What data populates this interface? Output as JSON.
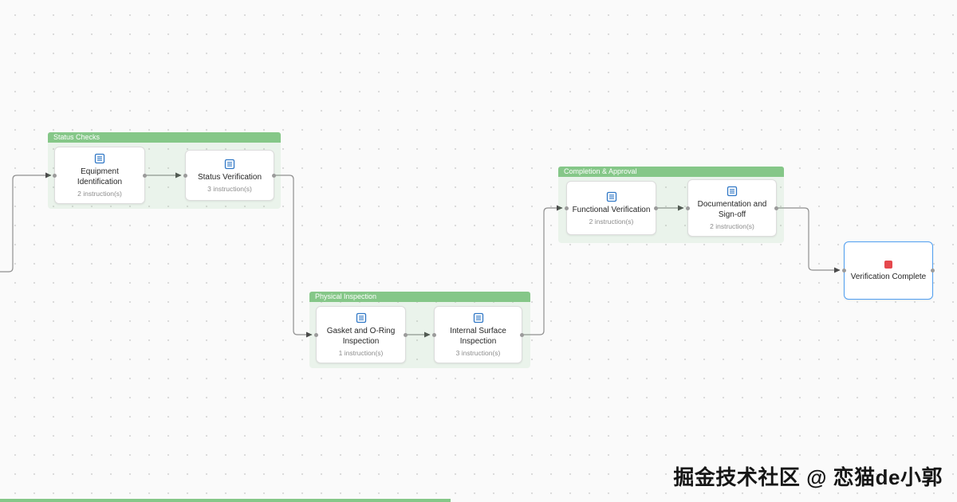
{
  "canvas": {
    "background_color": "#fafafa",
    "dot_color": "#d9d9d9"
  },
  "colors": {
    "group_header_green": "#85c788",
    "group_body_green": "rgba(134,199,138,0.13)",
    "node_border": "#dcdcdc",
    "edge_gray": "#8f8f8f",
    "arrow_dark": "#4a4a4a",
    "checklist_icon_blue": "#3178c6",
    "end_icon_red": "#e5484d",
    "end_node_border_blue": "#4f9ef0"
  },
  "groups": [
    {
      "id": "status-checks",
      "label": "Status Checks",
      "nodes": [
        {
          "id": "equipment-identification",
          "icon": "checklist-icon",
          "title": "Equipment Identification",
          "subtitle": "2 instruction(s)"
        },
        {
          "id": "status-verification",
          "icon": "checklist-icon",
          "title": "Status Verification",
          "subtitle": "3 instruction(s)"
        }
      ]
    },
    {
      "id": "physical-inspection",
      "label": "Physical Inspection",
      "nodes": [
        {
          "id": "gasket-and-o-ring-inspection",
          "icon": "checklist-icon",
          "title": "Gasket and O-Ring Inspection",
          "subtitle": "1 instruction(s)"
        },
        {
          "id": "internal-surface-inspection",
          "icon": "checklist-icon",
          "title": "Internal Surface Inspection",
          "subtitle": "3 instruction(s)"
        }
      ]
    },
    {
      "id": "completion-approval",
      "label": "Completion & Approval",
      "nodes": [
        {
          "id": "functional-verification",
          "icon": "checklist-icon",
          "title": "Functional Verification",
          "subtitle": "2 instruction(s)"
        },
        {
          "id": "documentation-and-sign-off",
          "icon": "checklist-icon",
          "title": "Documentation and Sign-off",
          "subtitle": "2 instruction(s)"
        }
      ]
    }
  ],
  "end_node": {
    "id": "verification-complete",
    "icon": "stop-icon",
    "title": "Verification Complete"
  },
  "edges": [
    {
      "id": "edge-entry",
      "from": "offscreen-left",
      "to": "equipment-identification"
    },
    {
      "id": "edge-1",
      "from": "equipment-identification",
      "to": "status-verification"
    },
    {
      "id": "edge-2",
      "from": "status-verification",
      "to": "gasket-and-o-ring-inspection"
    },
    {
      "id": "edge-3",
      "from": "gasket-and-o-ring-inspection",
      "to": "internal-surface-inspection"
    },
    {
      "id": "edge-4",
      "from": "internal-surface-inspection",
      "to": "functional-verification"
    },
    {
      "id": "edge-5",
      "from": "functional-verification",
      "to": "documentation-and-sign-off"
    },
    {
      "id": "edge-6",
      "from": "documentation-and-sign-off",
      "to": "verification-complete"
    }
  ],
  "watermark": {
    "text": "掘金技术社区 @ 恋猫de小郭"
  }
}
